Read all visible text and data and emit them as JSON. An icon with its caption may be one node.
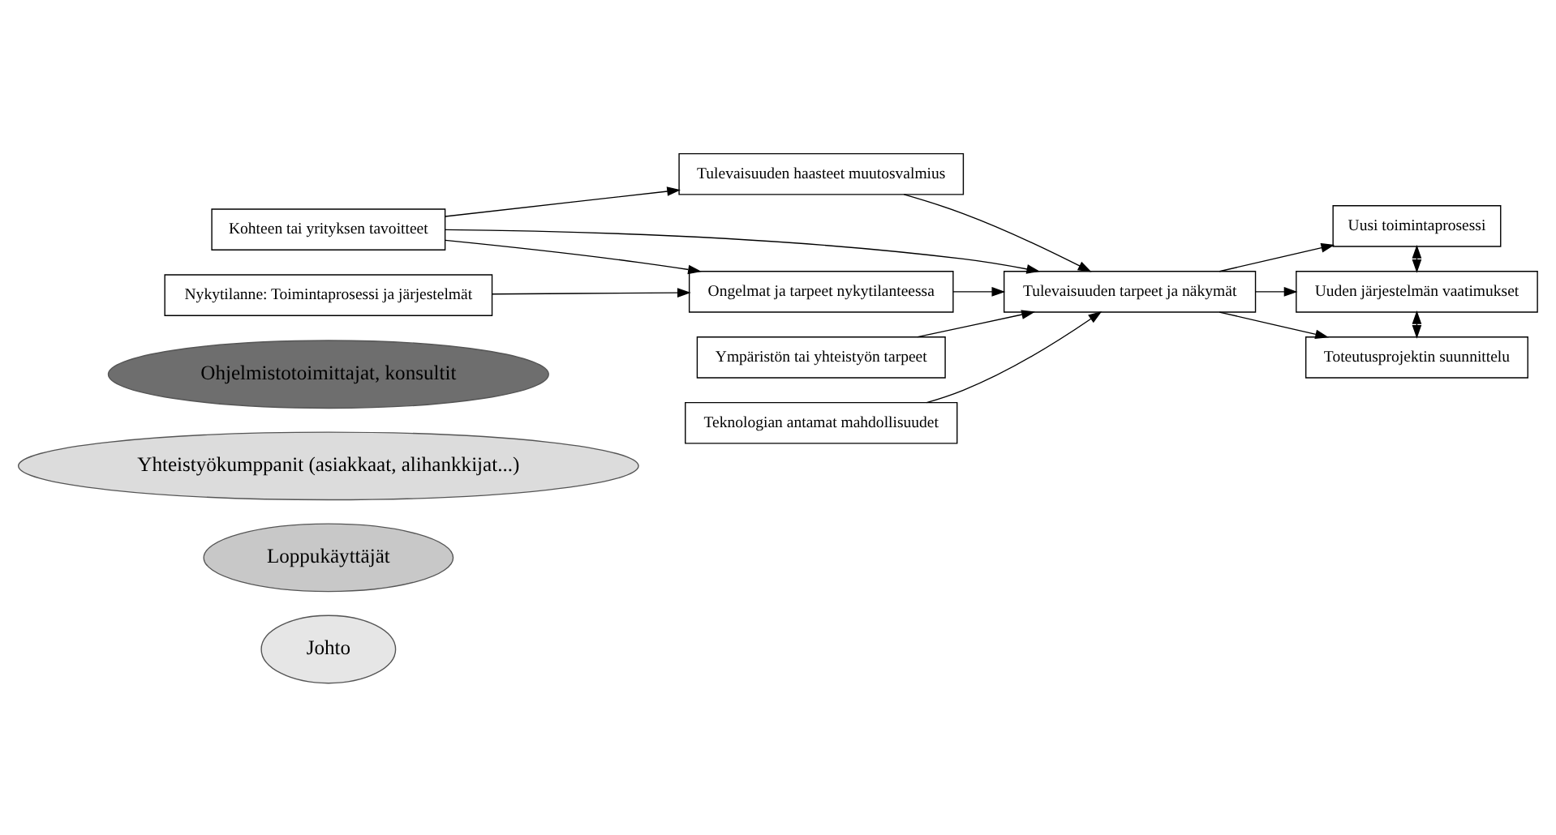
{
  "diagram": {
    "nodes": [
      {
        "text": [
          "Johto"
        ]
      },
      {
        "text": [
          "Loppukäyttäjät"
        ]
      },
      {
        "text": [
          "Yhteistyökumppanit (asiakkaat, alihankkijat...)"
        ]
      },
      {
        "text": [
          "Ohjelmistotoimittajat, konsultit"
        ]
      },
      {
        "text": [
          "Kohteen tai yrityksen tavoitteet"
        ]
      },
      {
        "text": [
          "Tulevaisuuden haasteet muutosvalmius"
        ]
      },
      {
        "text": [
          "Uusi toimintaprosessi"
        ]
      },
      {
        "text": [
          "Nykytilanne: Toimintaprosessi ja järjestelmät"
        ]
      },
      {
        "text": [
          "Ongelmat ja tarpeet nykytilanteessa"
        ]
      },
      {
        "text": [
          "Tulevaisuuden tarpeet ja näkymät"
        ]
      },
      {
        "text": [
          "Uuden järjestelmän vaatimukset"
        ]
      },
      {
        "text": [
          "Ympäristön tai yhteistyön tarpeet"
        ]
      },
      {
        "text": [
          "Teknologian antamat mahdollisuudet"
        ]
      },
      {
        "text": [
          "Toteutusprojektin suunnittelu"
        ]
      }
    ],
    "edges": [
      {
        "from": 4,
        "to": 5,
        "arrow": "to"
      },
      {
        "from": 4,
        "to": 8,
        "arrow": "to"
      },
      {
        "from": 4,
        "to": 9,
        "arrow": "to"
      },
      {
        "from": 5,
        "to": 9,
        "arrow": "to"
      },
      {
        "from": 7,
        "to": 8,
        "arrow": "to"
      },
      {
        "from": 8,
        "to": 9,
        "arrow": "to"
      },
      {
        "from": 9,
        "to": 6,
        "arrow": "to"
      },
      {
        "from": 9,
        "to": 10,
        "arrow": "to"
      },
      {
        "from": 9,
        "to": 13,
        "arrow": "to"
      },
      {
        "from": 11,
        "to": 9,
        "arrow": "to"
      },
      {
        "from": 12,
        "to": 9,
        "arrow": "to"
      },
      {
        "from": 6,
        "to": 10,
        "arrow": "both"
      },
      {
        "from": 10,
        "to": 13,
        "arrow": "both"
      }
    ]
  }
}
